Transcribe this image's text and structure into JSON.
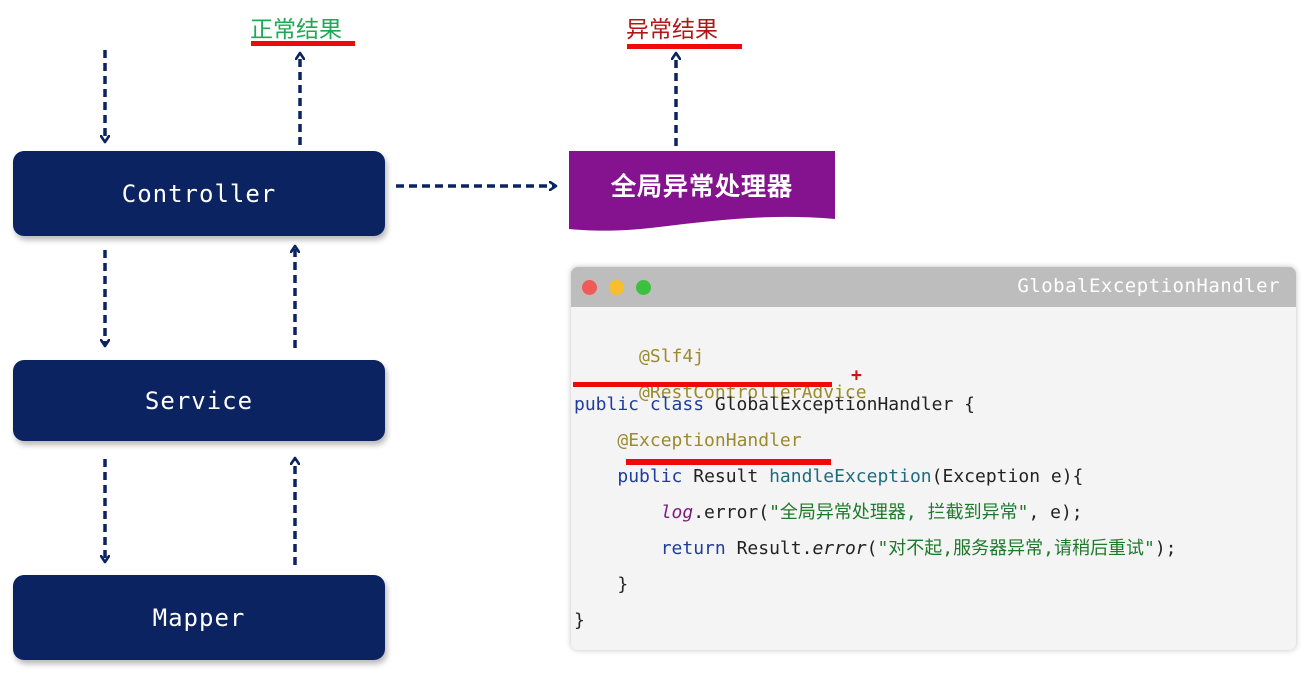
{
  "diagram": {
    "layers": [
      {
        "id": "controller",
        "label": "Controller"
      },
      {
        "id": "service",
        "label": "Service"
      },
      {
        "id": "mapper",
        "label": "Mapper"
      }
    ],
    "normal_result_label": "正常结果",
    "error_result_label": "异常结果",
    "global_handler_label": "全局异常处理器",
    "colors": {
      "layer_box": "#0b2361",
      "arrow": "#0b2361",
      "handler_banner": "#85138f",
      "normal_label": "#1fa855",
      "error_label": "#b01818",
      "underline": "#ee0a0a"
    }
  },
  "code_window": {
    "title": "GlobalExceptionHandler",
    "lines": {
      "l1": {
        "annotation": "@Slf4j"
      },
      "l2": {
        "annotation": "@RestControllerAdvice",
        "mark": "+"
      },
      "l3": {
        "kw": "public class",
        "rest": " GlobalExceptionHandler {"
      },
      "l4": {
        "indent": "    ",
        "annotation": "@ExceptionHandler"
      },
      "l5": {
        "indent": "    ",
        "kw": "public",
        "type": " Result ",
        "method": "handleException",
        "params": "(Exception e){"
      },
      "l6": {
        "indent": "        ",
        "log": "log",
        "call": ".error(",
        "str": "\"全局异常处理器, 拦截到异常\"",
        "tail": ", e);"
      },
      "l7": {
        "indent": "        ",
        "kw": "return",
        "obj": " Result.",
        "method": "error",
        "open": "(",
        "str": "\"对不起,服务器异常,请稍后重试\"",
        "tail": ");"
      },
      "l8": {
        "indent": "    ",
        "text": "}"
      },
      "l9": {
        "text": "}"
      }
    }
  }
}
